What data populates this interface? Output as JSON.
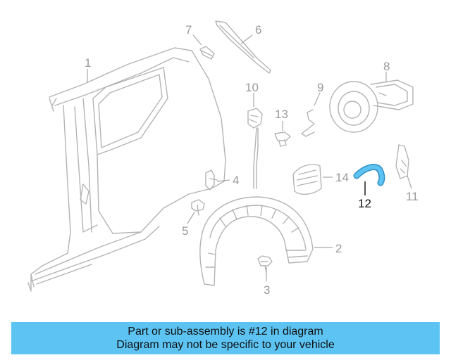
{
  "callouts": {
    "c1": "1",
    "c2": "2",
    "c3": "3",
    "c4": "4",
    "c5": "5",
    "c6": "6",
    "c7": "7",
    "c8": "8",
    "c9": "9",
    "c10": "10",
    "c11": "11",
    "c12": "12",
    "c13": "13",
    "c14": "14"
  },
  "highlighted_part": "12",
  "colors": {
    "highlight": "#5cc3f2",
    "line_art": "#b4b4b4",
    "banner": "#5cc3f2"
  },
  "banner": {
    "line1": "Part or sub-assembly is #12 in diagram",
    "line2": "Diagram may not be specific to your vehicle"
  }
}
